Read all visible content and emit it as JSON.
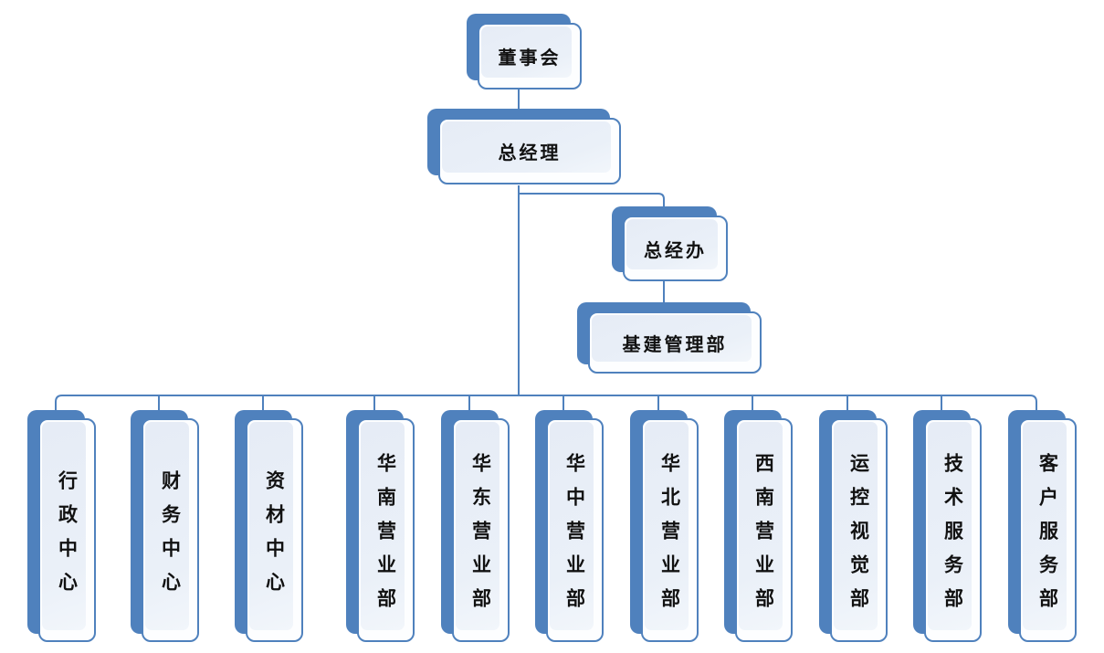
{
  "diagram": {
    "type": "org-chart",
    "background_color": "#ffffff",
    "accent_color": "#4f81bd",
    "box_fill_color": "#e9eef6",
    "text_color": "#111111",
    "nodes": {
      "board": {
        "label": "董事会",
        "level": 1
      },
      "general_manager": {
        "label": "总经理",
        "level": 2
      },
      "gm_office": {
        "label": "总经办",
        "level": 3
      },
      "infrastructure_dept": {
        "label": "基建管理部",
        "level": 4
      }
    },
    "departments": [
      {
        "label": "行政中心"
      },
      {
        "label": "财务中心"
      },
      {
        "label": "资材中心"
      },
      {
        "label": "华南营业部"
      },
      {
        "label": "华东营业部"
      },
      {
        "label": "华中营业部"
      },
      {
        "label": "华北营业部"
      },
      {
        "label": "西南营业部"
      },
      {
        "label": "运控视觉部"
      },
      {
        "label": "技术服务部"
      },
      {
        "label": "客户服务部"
      }
    ]
  }
}
